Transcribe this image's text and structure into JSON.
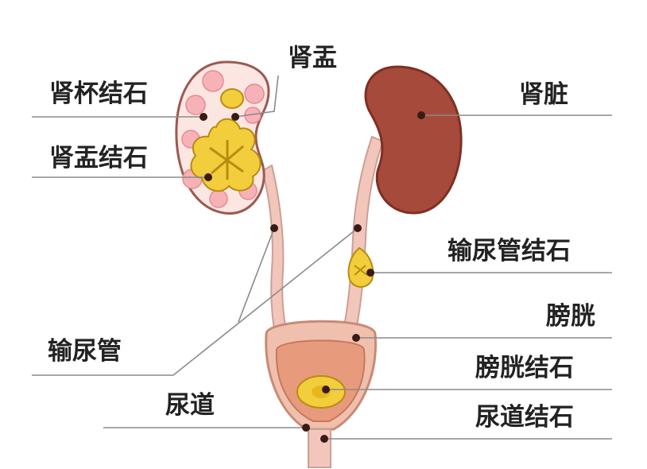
{
  "labels": {
    "renal_pelvis": "肾盂",
    "calyx_stone": "肾杯结石",
    "pelvis_stone": "肾盂结石",
    "kidney": "肾脏",
    "ureter_stone": "输尿管结石",
    "bladder": "膀胱",
    "ureter": "输尿管",
    "bladder_stone": "膀胱结石",
    "urethra": "尿道",
    "urethra_stone": "尿道结石"
  },
  "colors": {
    "kidney": "#a64a3c",
    "kidney_edge": "#7d3024",
    "tube": "#f3c6bc",
    "tube_edge": "#caa096",
    "bladder_outer": "#f0c0ae",
    "bladder_inner": "#e89a7c",
    "stone": "#f2cd3c",
    "stone_edge": "#b88c12",
    "papilla": "#f7b2b8",
    "line": "#8a8a8a",
    "dot": "#3a1a14"
  }
}
